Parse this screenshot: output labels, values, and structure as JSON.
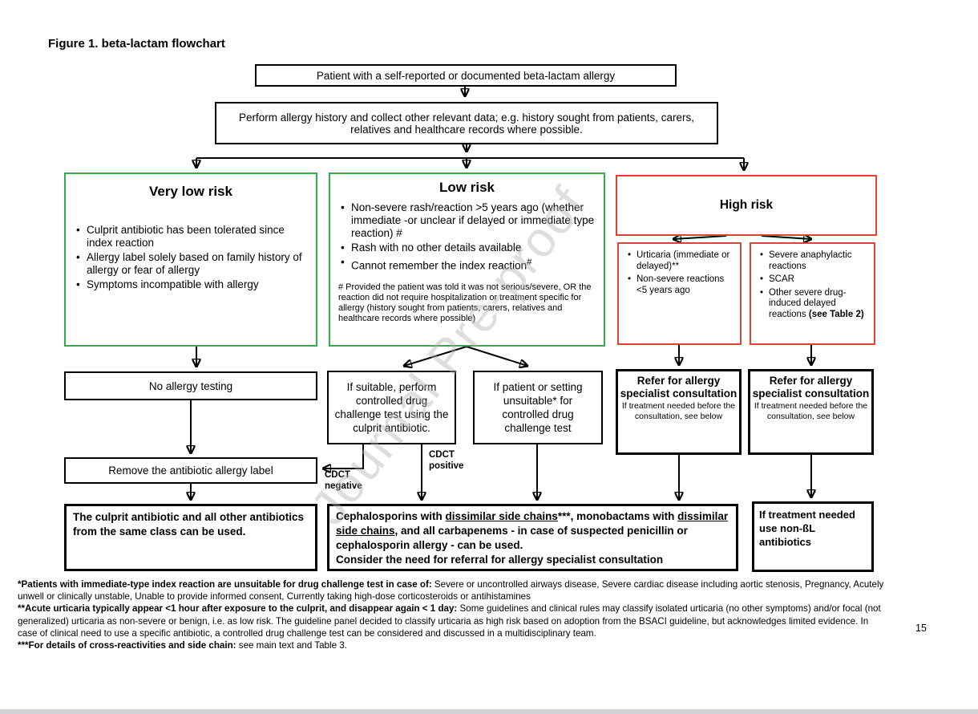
{
  "page": {
    "figure_caption": "Figure 1. beta-lactam flowchart",
    "page_number": "15",
    "watermark": "Journal Pre-proof"
  },
  "colors": {
    "green_border": "#2fae49",
    "red_border": "#e8402f",
    "line_black": "#000000",
    "watermark_gray": "#b3b3b3"
  },
  "flowchart": {
    "start": "Patient with a self-reported or documented beta-lactam allergy",
    "history": "Perform allergy history and collect other relevant data; e.g. history sought from patients, carers, relatives and healthcare records where possible.",
    "very_low_risk": {
      "title": "Very low risk",
      "bullets": [
        "Culprit antibiotic has been tolerated since index reaction",
        "Allergy label solely based on family history of allergy or fear of allergy",
        "Symptoms incompatible with allergy"
      ]
    },
    "low_risk": {
      "title": "Low risk",
      "bullets": [
        "Non-severe rash/reaction >5 years ago (whether immediate -or unclear if delayed or immediate type reaction) #",
        "Rash with no other details available",
        "Cannot remember the index reaction"
      ],
      "bullet3_sup": "#",
      "note": "# Provided the patient was told it was not serious/severe, OR the reaction did not require hospitalization or treatment specific for allergy (history sought from patients, carers, relatives and healthcare records where possible)"
    },
    "high_risk": {
      "title": "High risk",
      "left_box": {
        "bullets": [
          "Urticaria (immediate or delayed)**",
          "Non-severe reactions <5 years ago"
        ]
      },
      "right_box": {
        "bullets": [
          "Severe anaphylactic reactions",
          "SCAR",
          "Other severe drug-induced delayed reactions "
        ],
        "bullet3_bold": "(see Table 2)"
      }
    },
    "no_testing": "No allergy testing",
    "cdct_suitable": "If suitable, perform controlled drug challenge test using the culprit antibiotic.",
    "cdct_unsuitable": "If patient or setting unsuitable* for controlled drug challenge test",
    "refer1": {
      "title": "Refer for allergy specialist consultation",
      "subtext": "If treatment needed before the consultation, see below"
    },
    "refer2": {
      "title": "Refer for allergy specialist consultation",
      "subtext": "If treatment needed before the consultation, see below"
    },
    "remove_label": "Remove the antibiotic allergy label",
    "cdct_negative_label": "CDCT negative",
    "cdct_positive_label": "CDCT positive",
    "culprit_ok": "The culprit antibiotic and all other antibiotics from the same class can be used.",
    "cephalosporins": {
      "part1": "Cephalosporins with ",
      "underline1": "dissimilar side chains",
      "stars1": "***",
      "part2": ", monobactams with ",
      "underline2": "dissimilar side chains",
      "part3": ", and all carbapenems - in case of suspected penicillin or cephalosporin allergy - can be used.",
      "line2": "Consider the need for referral for allergy specialist consultation"
    },
    "non_bl": "If treatment needed use non-ßL antibiotics"
  },
  "footnotes": [
    {
      "bold": "*Patients with immediate-type index reaction are unsuitable for drug challenge test in case of:",
      "text": " Severe or uncontrolled airways disease, Severe cardiac disease including aortic stenosis, Pregnancy, Acutely unwell or clinically unstable, Unable to provide informed consent, Currently taking high-dose corticosteroids or antihistamines"
    },
    {
      "bold": "**Acute urticaria typically appear <1 hour after exposure to the culprit, and disappear again < 1 day:",
      "text": " Some guidelines and clinical rules may classify isolated urticaria (no other symptoms) and/or focal (not generalized) urticaria as non-severe or benign, i.e. as low risk. The guideline panel decided to classify urticaria as high risk based on adoption from the BSACI guideline, but acknowledges limited evidence. In case of clinical need to use a specific antibiotic, a controlled drug challenge test can be considered and discussed in a multidisciplinary team."
    },
    {
      "bold": "***For details of cross-reactivities and side chain:",
      "text": "  see main text and Table 3."
    }
  ]
}
